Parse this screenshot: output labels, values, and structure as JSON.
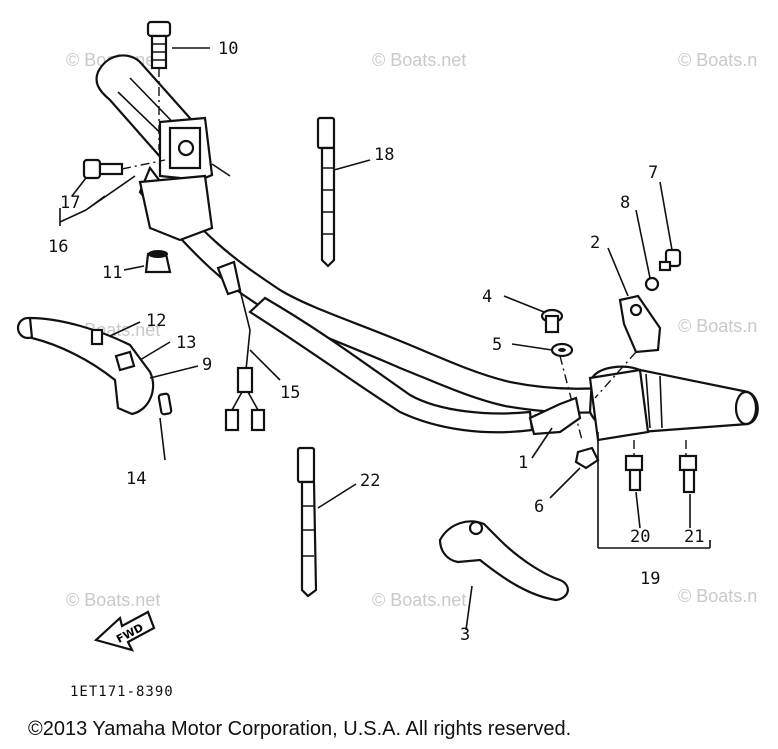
{
  "watermark": "© Boats.net",
  "watermark_cut": "© Boats.n",
  "callouts": {
    "c1": "1",
    "c2": "2",
    "c3": "3",
    "c4": "4",
    "c5": "5",
    "c6": "6",
    "c7": "7",
    "c8": "8",
    "c9": "9",
    "c10": "10",
    "c11": "11",
    "c12": "12",
    "c13": "13",
    "c14": "14",
    "c15": "15",
    "c16": "16",
    "c17": "17",
    "c18": "18",
    "c19": "19",
    "c20": "20",
    "c21": "21",
    "c22": "22"
  },
  "fwd_label": "FWD",
  "diagram_code": "1ET171-8390",
  "copyright": "©2013 Yamaha Motor Corporation, U.S.A. All rights reserved."
}
